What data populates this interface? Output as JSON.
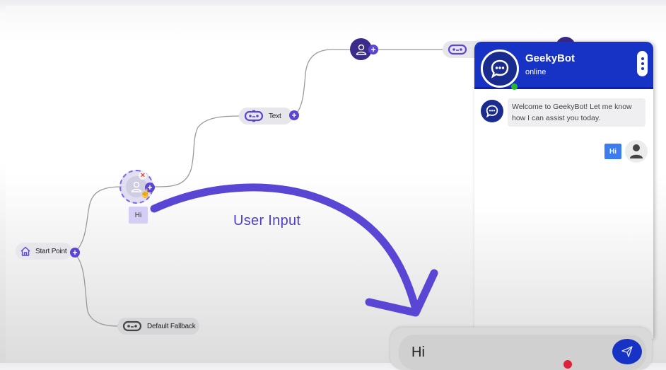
{
  "flow": {
    "nodes": {
      "start": {
        "label": "Start Point",
        "icon": "home-icon"
      },
      "user_input_selected": {
        "icon": "user-icon",
        "reply_chip": "Hi"
      },
      "text": {
        "label": "Text",
        "icon": "bot-icon"
      },
      "user_top": {
        "icon": "user-icon"
      },
      "text_top": {
        "icon": "bot-icon"
      },
      "fallback": {
        "label": "Default Fallback",
        "icon": "bot-icon"
      }
    },
    "annotation": "User Input"
  },
  "chat": {
    "title": "GeekyBot",
    "status": "online",
    "messages": [
      {
        "from": "bot",
        "text": "Welcome to GeekyBot! Let me know how I can assist you today."
      },
      {
        "from": "user",
        "text": "Hi"
      }
    ],
    "input_value": "Hi"
  },
  "colors": {
    "accent": "#5b45d6",
    "chat_header": "#1733c6",
    "user_bubble": "#3c7cf0",
    "online": "#25b82a"
  }
}
